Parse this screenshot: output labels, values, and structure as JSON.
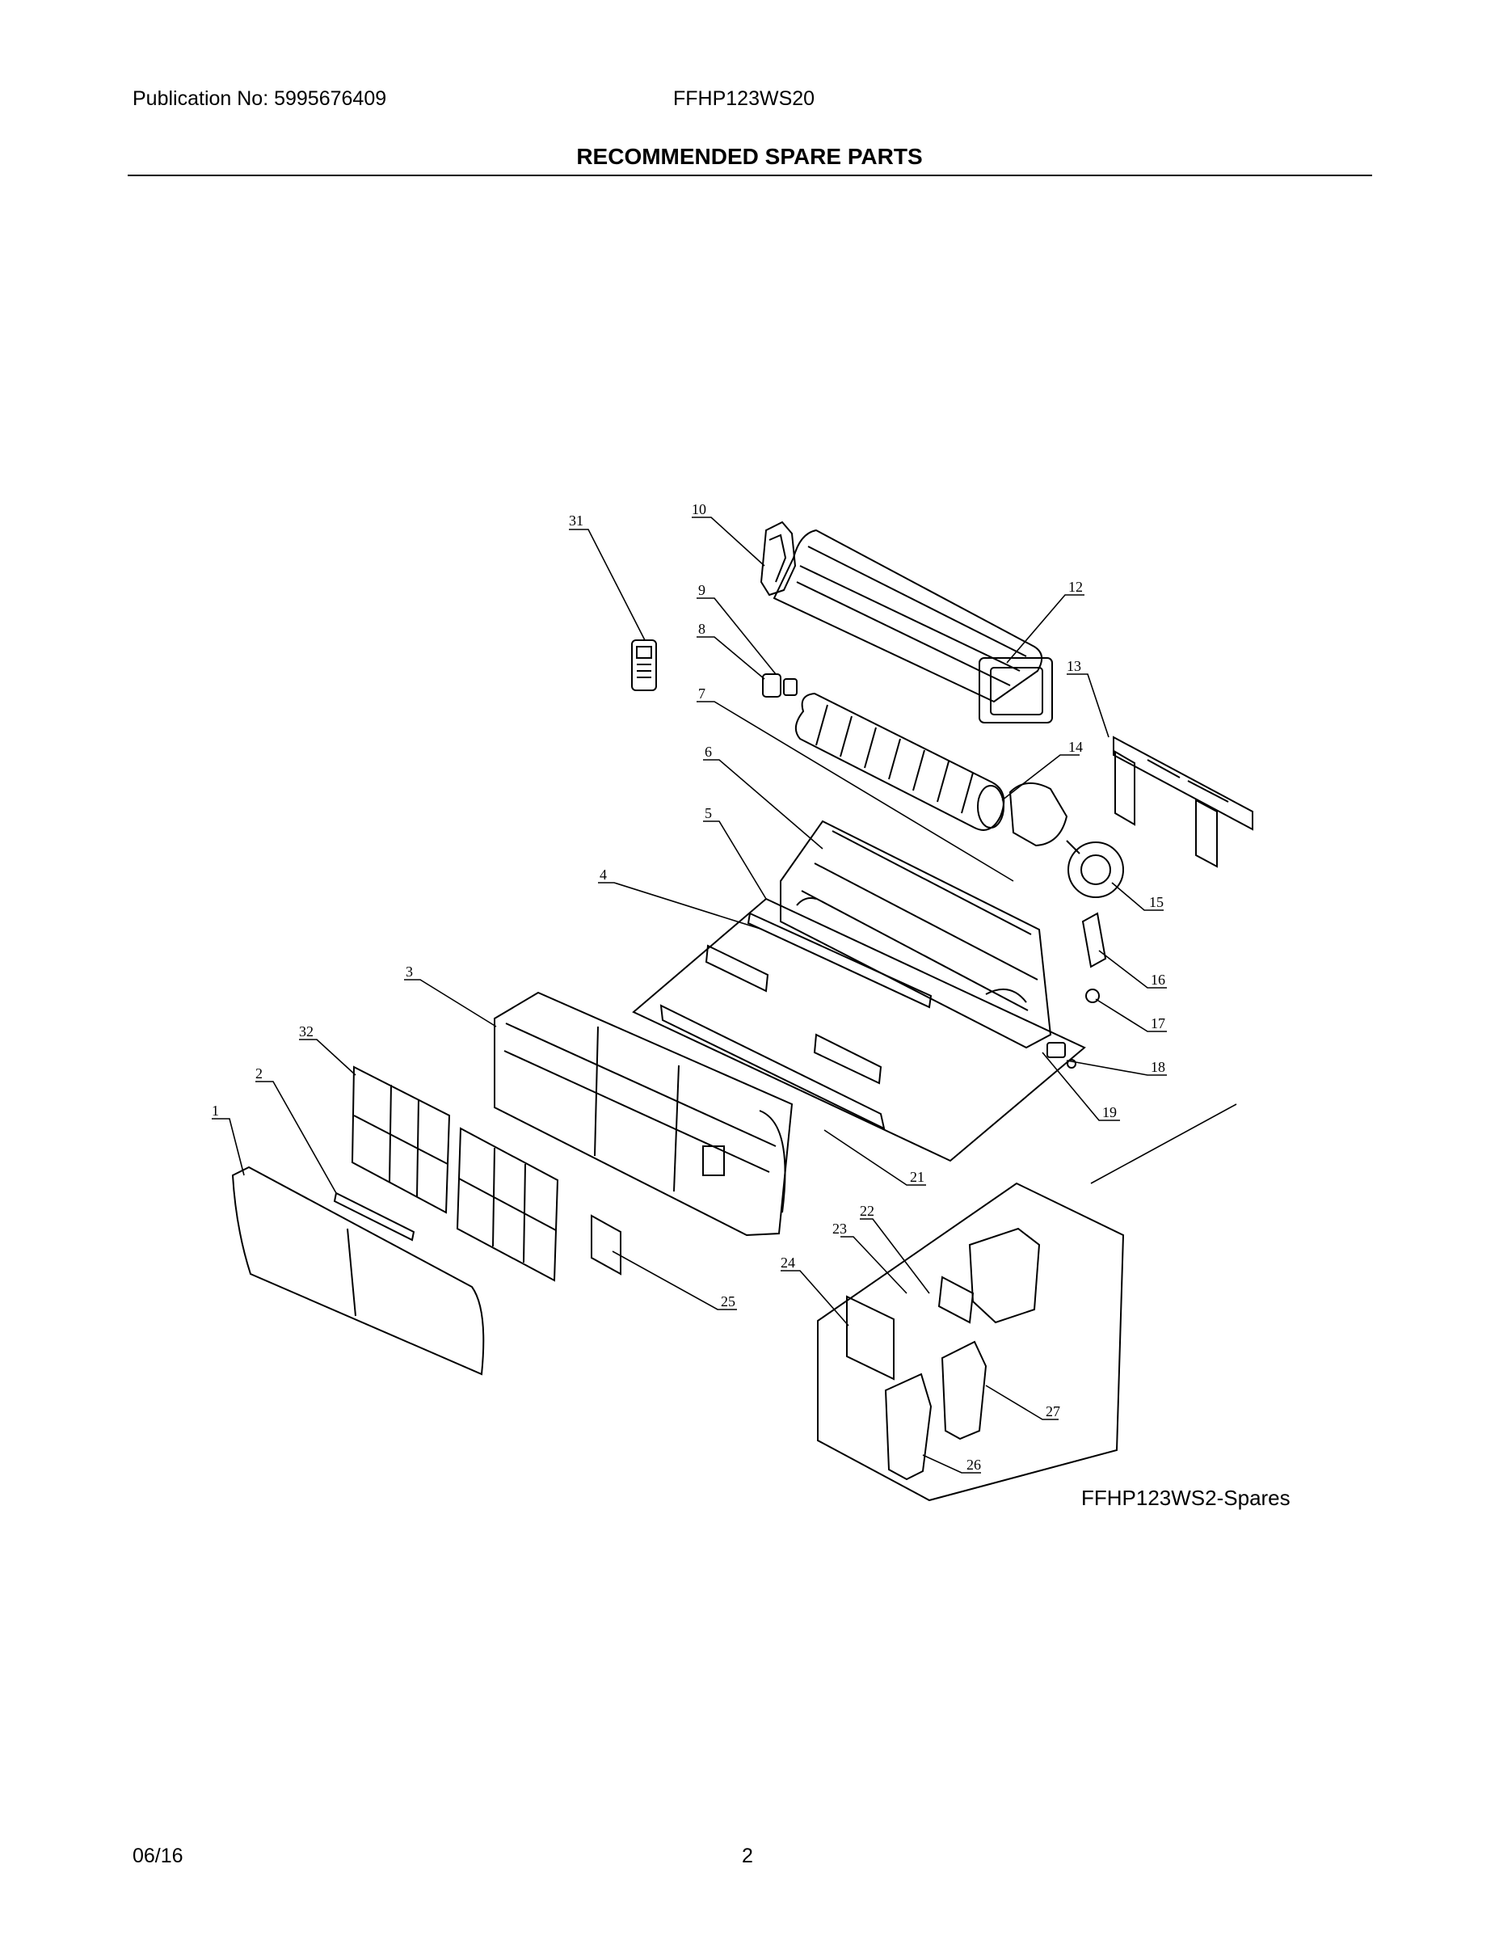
{
  "header": {
    "publication": "Publication No: 5995676409",
    "model": "FFHP123WS20"
  },
  "title": "RECOMMENDED SPARE PARTS",
  "diagram": {
    "caption": "FFHP123WS2-Spares",
    "callouts": [
      "1",
      "2",
      "3",
      "4",
      "5",
      "6",
      "7",
      "8",
      "9",
      "10",
      "12",
      "13",
      "14",
      "15",
      "16",
      "17",
      "18",
      "19",
      "21",
      "22",
      "23",
      "24",
      "25",
      "26",
      "27",
      "31",
      "32"
    ]
  },
  "footer": {
    "date": "06/16",
    "page": "2"
  }
}
